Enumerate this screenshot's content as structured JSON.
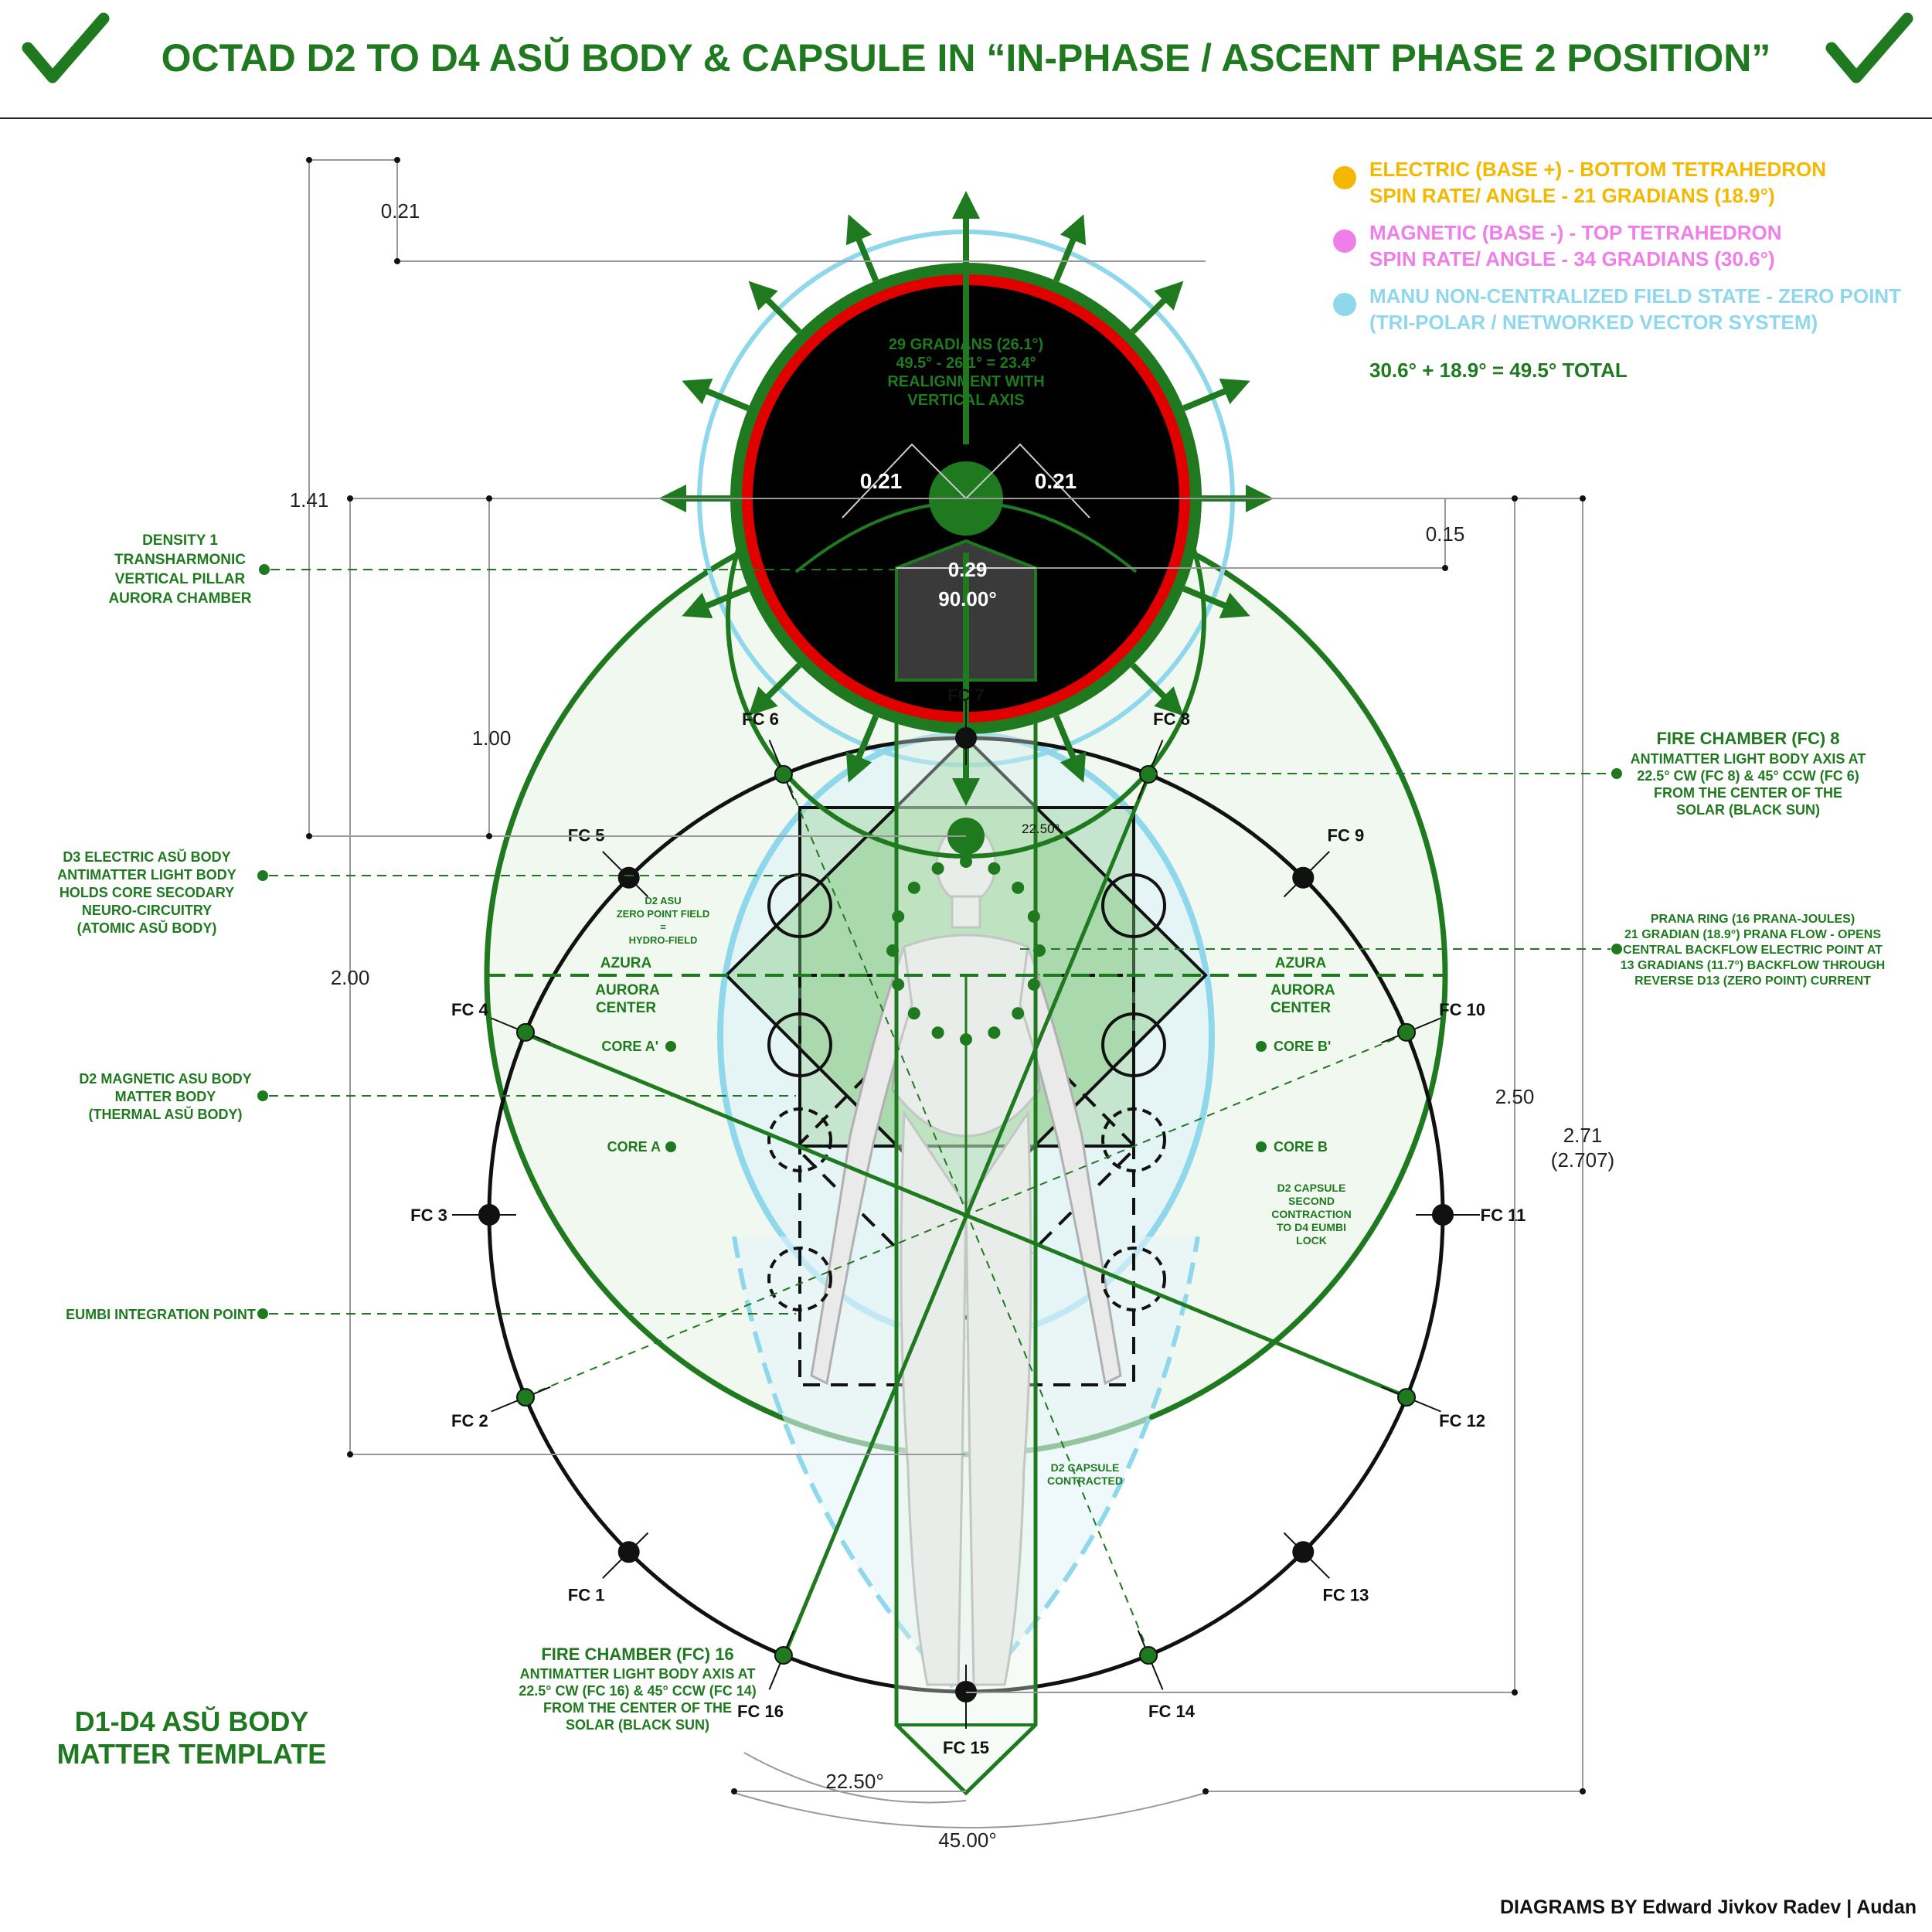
{
  "title": "OCTAD D2 TO D4 ASŬ BODY & CAPSULE IN “IN-PHASE / ASCENT PHASE 2 POSITION”",
  "credit": "DIAGRAMS BY Edward Jivkov Radev | Audan",
  "template_label": [
    "D1-D4 ASŬ BODY",
    "MATTER TEMPLATE"
  ],
  "colors": {
    "green": "#1f7a1f",
    "yellow": "#f5b800",
    "pink": "#f07ee8",
    "lightblue": "#8fd8ec",
    "red": "#e00000",
    "black": "#111111"
  },
  "legend": {
    "electric": {
      "line1": "ELECTRIC (BASE +) - BOTTOM TETRAHEDRON",
      "line2": "SPIN RATE/ ANGLE - 21 GRADIANS (18.9°)"
    },
    "magnetic": {
      "line1": "MAGNETIC (BASE -) - TOP TETRAHEDRON",
      "line2": "SPIN RATE/ ANGLE - 34 GRADIANS (30.6°)"
    },
    "manu": {
      "line1": "MANU NON-CENTRALIZED FIELD STATE - ZERO POINT",
      "line2": "(TRI-POLAR / NETWORKED VECTOR SYSTEM)"
    },
    "total": "30.6° + 18.9° = 49.5° TOTAL"
  },
  "sun": {
    "lines": [
      "29 GRADIANS (26.1°)",
      "49.5° - 26.1° = 23.4°",
      "REALIGNMENT WITH",
      "VERTICAL AXIS"
    ],
    "left_val": "0.21",
    "right_val": "0.21",
    "center_val": "0.29",
    "angle": "90.00°"
  },
  "dims": {
    "d021": "0.21",
    "d141": "1.41",
    "d100": "1.00",
    "d200": "2.00",
    "d015": "0.15",
    "d250": "2.50",
    "d271": "2.71",
    "d271b": "(2.707)",
    "a225": "22.50°",
    "a45": "45.00°",
    "a225_small": "22.50°"
  },
  "fire_chambers": [
    "FC 1",
    "FC 2",
    "FC 3",
    "FC 4",
    "FC 5",
    "FC 6",
    "FC 7",
    "FC 8",
    "FC 9",
    "FC 10",
    "FC 11",
    "FC 12",
    "FC 13",
    "FC 14",
    "FC 15",
    "FC 16"
  ],
  "left_notes": {
    "density": [
      "DENSITY 1",
      "TRANSHARMONIC",
      "VERTICAL PILLAR",
      "AURORA CHAMBER"
    ],
    "d3": [
      "D3 ELECTRIC ASŬ BODY",
      "ANTIMATTER LIGHT BODY",
      "HOLDS CORE SECODARY",
      "NEURO-CIRCUITRY",
      "(ATOMIC ASŬ BODY)"
    ],
    "d2": [
      "D2 MAGNETIC ASU BODY",
      "MATTER BODY",
      "(THERMAL ASŬ BODY)"
    ],
    "eumbi": "EUMBI INTEGRATION POINT"
  },
  "right_notes": {
    "fc8": [
      "FIRE CHAMBER (FC) 8",
      "ANTIMATTER LIGHT BODY AXIS AT",
      "22.5° CW (FC 8) & 45° CCW (FC 6)",
      "FROM THE CENTER OF THE",
      "SOLAR (BLACK SUN)"
    ],
    "prana": [
      "PRANA RING (16 PRANA-JOULES)",
      "21 GRADIAN (18.9°) PRANA FLOW - OPENS",
      "CENTRAL BACKFLOW ELECTRIC POINT AT",
      "13 GRADIANS (11.7°) BACKFLOW THROUGH",
      "REVERSE D13 (ZERO POINT) CURRENT"
    ]
  },
  "fc16_note": [
    "FIRE CHAMBER (FC) 16",
    "ANTIMATTER LIGHT BODY AXIS AT",
    "22.5° CW (FC 16) & 45° CCW (FC 14)",
    "FROM THE CENTER OF THE",
    "SOLAR (BLACK SUN)"
  ],
  "inner": {
    "azura": "AZURA",
    "aurora": "AURORA",
    "center": "CENTER",
    "core_a_prime": "CORE A'",
    "core_b_prime": "CORE B'",
    "core_a": "CORE A",
    "core_b": "CORE B",
    "d2asu": [
      "D2 ASU",
      "ZERO POINT FIELD",
      "=",
      "HYDRO-FIELD"
    ],
    "capsule_second": [
      "D2 CAPSULE",
      "SECOND",
      "CONTRACTION",
      "TO D4 EUMBI",
      "LOCK"
    ],
    "capsule_contracted": [
      "D2 CAPSULE",
      "CONTRACTED"
    ]
  }
}
